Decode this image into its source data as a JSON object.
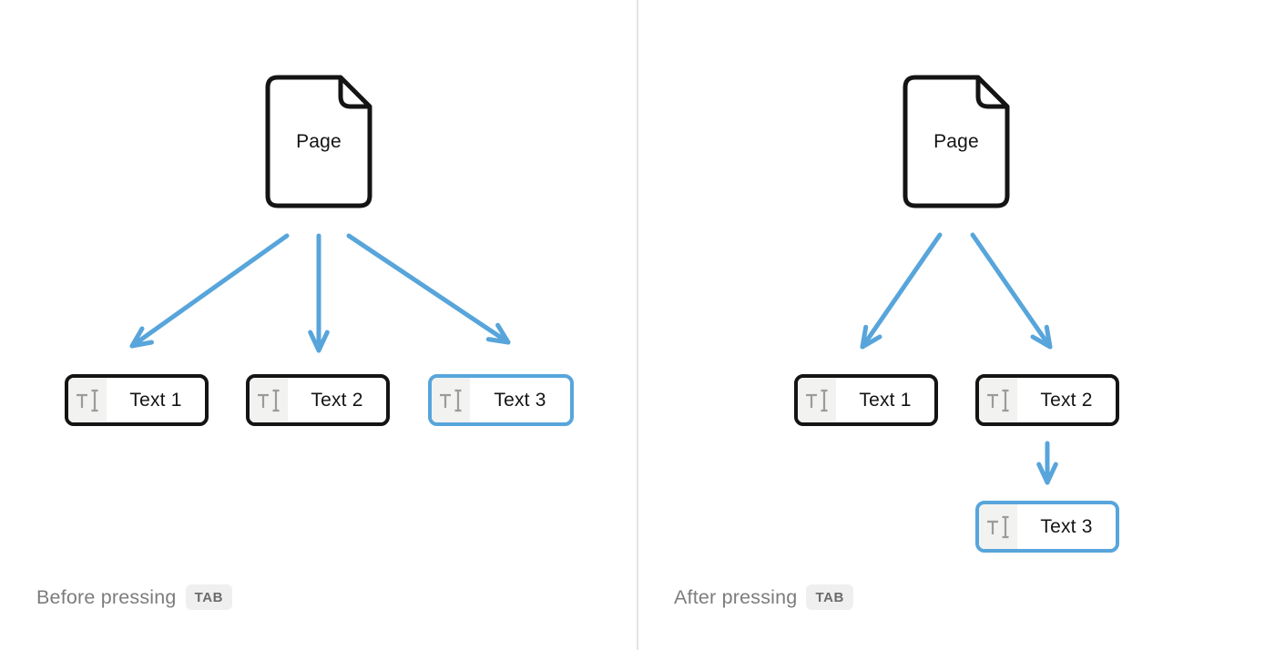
{
  "left_panel": {
    "page_label": "Page",
    "blocks": [
      {
        "label": "Text 1",
        "highlighted": false
      },
      {
        "label": "Text 2",
        "highlighted": false
      },
      {
        "label": "Text 3",
        "highlighted": true
      }
    ],
    "caption": {
      "text": "Before pressing",
      "key_label": "TAB"
    }
  },
  "right_panel": {
    "page_label": "Page",
    "blocks": [
      {
        "label": "Text 1",
        "highlighted": false
      },
      {
        "label": "Text 2",
        "highlighted": false
      },
      {
        "label": "Text 3",
        "highlighted": true
      }
    ],
    "caption": {
      "text": "After pressing",
      "key_label": "TAB"
    }
  },
  "colors": {
    "arrow_blue": "#57a5db",
    "highlight_border_blue": "#57a5db",
    "block_border_black": "#141414",
    "icon_gray": "#9b9b9b",
    "icon_area_background": "#f2f2f1",
    "caption_gray": "#7c7c7c",
    "key_badge_background": "#efefef",
    "divider_gray": "#e3e3e3"
  },
  "icons": {
    "block_type_icon": "text-cursor-icon",
    "page_icon": "page-document-icon"
  }
}
